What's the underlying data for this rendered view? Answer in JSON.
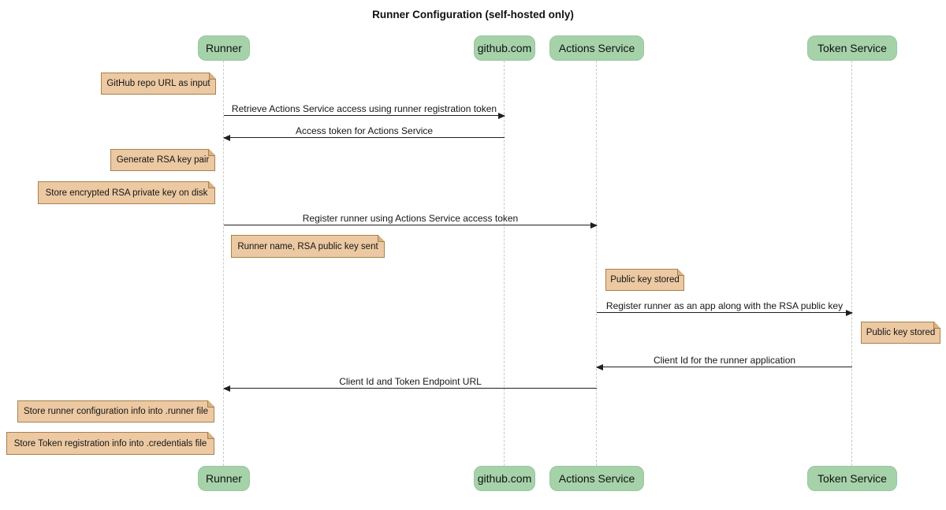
{
  "title": "Runner Configuration (self-hosted only)",
  "colors": {
    "actor_fill": "#a6d2aa",
    "actor_border": "#97c69e",
    "note_fill": "#ecc9a2",
    "note_border": "#a8814e",
    "lifeline": "#c9c9c9",
    "arrow": "#1f1f1f",
    "background": "#ffffff"
  },
  "actors": [
    {
      "id": "runner",
      "label": "Runner"
    },
    {
      "id": "github",
      "label": "github.com"
    },
    {
      "id": "actions-service",
      "label": "Actions Service"
    },
    {
      "id": "token-service",
      "label": "Token Service"
    }
  ],
  "messages": [
    {
      "text": "Retrieve Actions Service access using runner registration token",
      "from": "Runner",
      "to": "github.com",
      "direction": "right"
    },
    {
      "text": "Access token for Actions Service",
      "from": "github.com",
      "to": "Runner",
      "direction": "left"
    },
    {
      "text": "Register runner using Actions Service access token",
      "from": "Runner",
      "to": "Actions Service",
      "direction": "right"
    },
    {
      "text": "Register runner as an app along with the RSA public key",
      "from": "Actions Service",
      "to": "Token Service",
      "direction": "right"
    },
    {
      "text": "Client Id for the runner application",
      "from": "Token Service",
      "to": "Actions Service",
      "direction": "left"
    },
    {
      "text": "Client Id and Token Endpoint URL",
      "from": "Actions Service",
      "to": "Runner",
      "direction": "left"
    }
  ],
  "notes": [
    {
      "text": "GitHub repo URL as input",
      "anchor": "Runner",
      "side": "left"
    },
    {
      "text": "Generate RSA key pair",
      "anchor": "Runner",
      "side": "left"
    },
    {
      "text": "Store encrypted RSA private key on disk",
      "anchor": "Runner",
      "side": "left"
    },
    {
      "text": "Runner name, RSA public key sent",
      "anchor": "Runner",
      "side": "right"
    },
    {
      "text": "Public key stored",
      "anchor": "Actions Service",
      "side": "right"
    },
    {
      "text": "Public key stored",
      "anchor": "Token Service",
      "side": "right"
    },
    {
      "text": "Store runner configuration info into .runner file",
      "anchor": "Runner",
      "side": "left"
    },
    {
      "text": "Store Token registration info into .credentials file",
      "anchor": "Runner",
      "side": "left"
    }
  ]
}
